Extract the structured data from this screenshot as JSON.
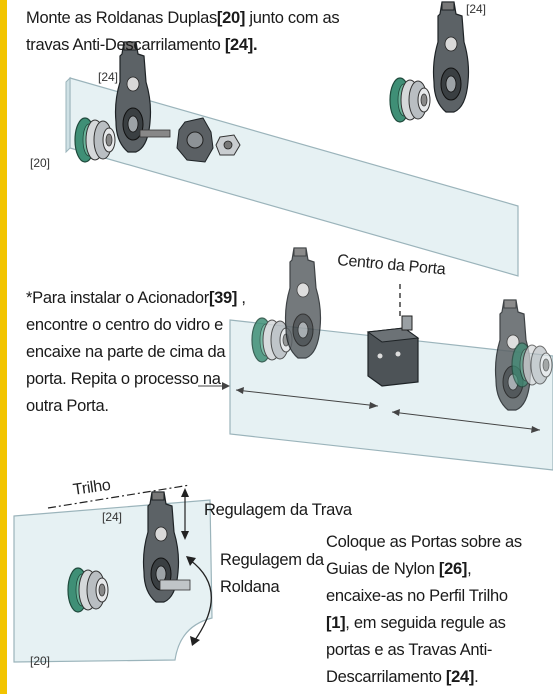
{
  "colors": {
    "accent": "#f2c400",
    "glass": "#e6f1f3",
    "glass_edge": "#9bb4bb",
    "roller_green": "#3f8f76",
    "metal": "#555a5e"
  },
  "step1": {
    "text_a": "Monte as Roldanas Duplas",
    "ref_a": "[20]",
    "text_b": " junto com as",
    "text_c": "travas Anti-Descarrilamento ",
    "ref_b": "[24]."
  },
  "labels": {
    "ref24_top_right": "[24]",
    "ref24_left": "[24]",
    "ref20_left": "[20]",
    "center_door": "Centro da Porta",
    "rail": "Trilho",
    "ref24_bottom": "[24]",
    "ref20_bottom": "[20]",
    "latch_adjust": "Regulagem da Trava",
    "roller_adjust_1": "Regulagem da",
    "roller_adjust_2": "Roldana"
  },
  "step2": {
    "line1_a": "*Para instalar o Acionador",
    "line1_ref": "[39]",
    "line1_b": " ,",
    "line2": "encontre o centro do vidro e",
    "line3": "encaixe na parte de cima da",
    "line4": "porta. Repita o processo na",
    "line5": "outra Porta."
  },
  "step3": {
    "line1": "Coloque as Portas sobre as",
    "line2_a": "Guias de Nylon ",
    "line2_ref": "[26]",
    "line2_b": ",",
    "line3": "encaixe-as no Perfil Trilho",
    "line4_ref": "[1]",
    "line4_b": ", em seguida regule as",
    "line5": "portas e as Travas Anti-",
    "line6_a": "Descarrilamento ",
    "line6_ref": "[24]",
    "line6_b": "."
  }
}
